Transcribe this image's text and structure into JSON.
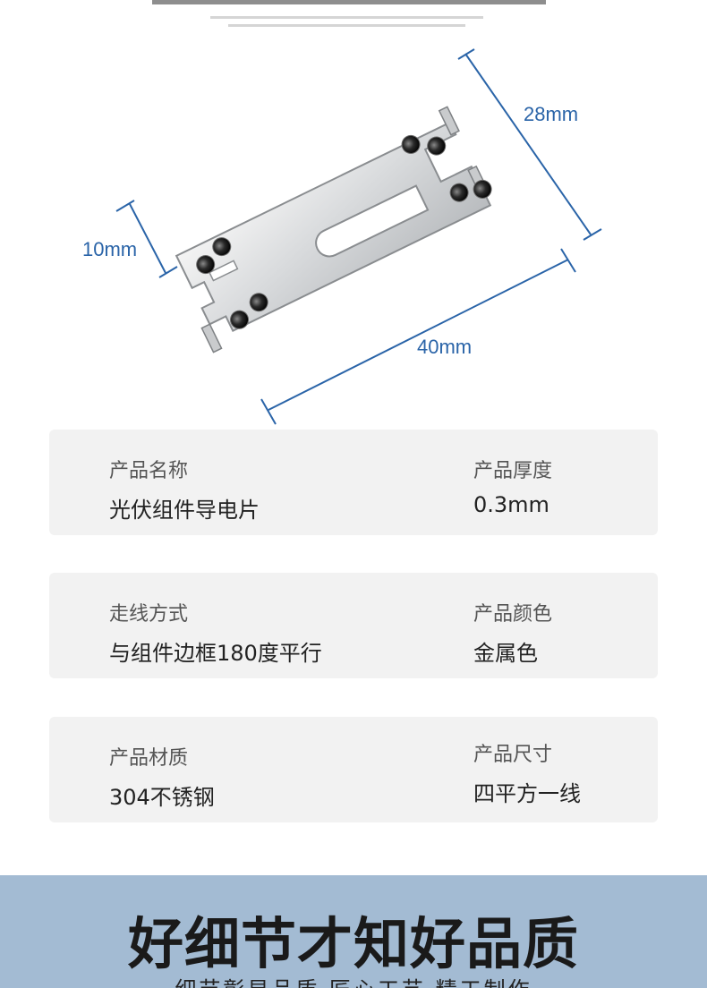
{
  "figure": {
    "dimensions": {
      "width": "28mm",
      "height": "10mm",
      "length": "40mm"
    }
  },
  "specs": [
    {
      "left": {
        "label": "产品名称",
        "value": "光伏组件导电片"
      },
      "right": {
        "label": "产品厚度",
        "value": "0.3mm"
      }
    },
    {
      "left": {
        "label": "走线方式",
        "value": "与组件边框180度平行"
      },
      "right": {
        "label": "产品颜色",
        "value": "金属色"
      }
    },
    {
      "left": {
        "label": "产品材质",
        "value": "304不锈钢"
      },
      "right": {
        "label": "产品尺寸",
        "value": "四平方一线"
      }
    }
  ],
  "banner": {
    "title": "好细节才知好品质",
    "subtitle": "细节彰显品质  匠心工艺  精工制作"
  },
  "colors": {
    "dimension_line": "#2a64a8",
    "card_bg": "#f2f2f2",
    "banner_bg": "#a3bbd3"
  }
}
